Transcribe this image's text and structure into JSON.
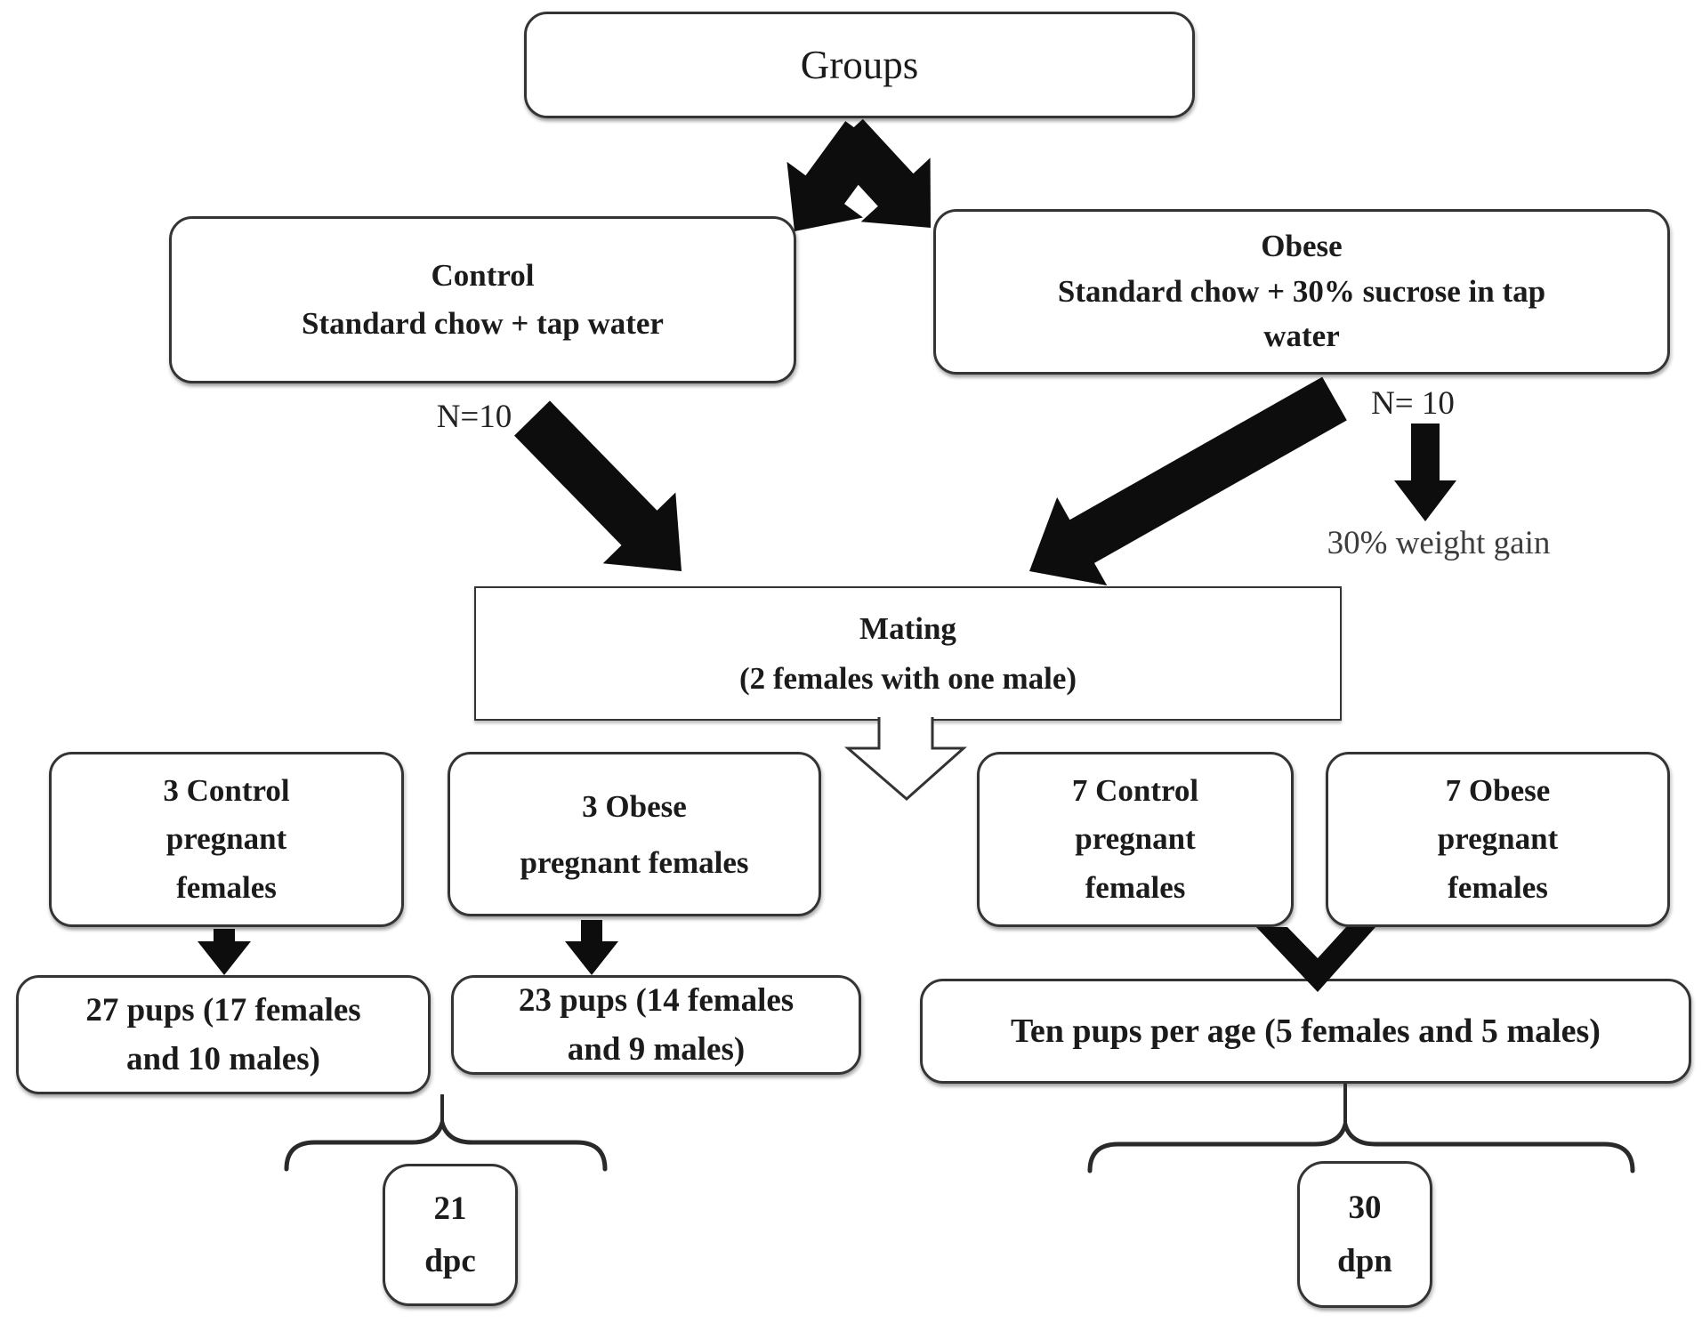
{
  "diagram": {
    "nodes": {
      "groups": "Groups",
      "control": "Control\nStandard chow + tap water",
      "obese": "Obese\nStandard chow + 30% sucrose in tap\nwater",
      "mating": "Mating\n(2 females with one male)",
      "preg_3control": "3 Control\npregnant\nfemales",
      "preg_3obese": "3 Obese\npregnant females",
      "preg_7control": "7 Control\npregnant\nfemales",
      "preg_7obese": "7 Obese\npregnant\nfemales",
      "pups_control": "27 pups (17 females\nand 10 males)",
      "pups_obese": "23 pups (14 females\nand 9 males)",
      "pups_per_age": "Ten pups per age (5 females and 5 males)",
      "age_dpc": "21\ndpc",
      "age_dpn": "30\ndpn"
    },
    "labels": {
      "n_control": "N=10",
      "n_obese": "N= 10",
      "weight_gain": "30% weight gain"
    },
    "colors": {
      "ink": "#111111",
      "border": "#343434",
      "background": "#ffffff",
      "muted_text": "#3d3d3d"
    }
  }
}
